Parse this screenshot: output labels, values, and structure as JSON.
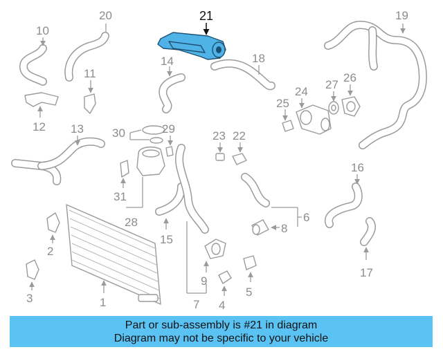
{
  "callouts": {
    "n1": "1",
    "n2": "2",
    "n3": "3",
    "n4": "4",
    "n5": "5",
    "n6": "6",
    "n7": "7",
    "n8": "8",
    "n9": "9",
    "n10": "10",
    "n11": "11",
    "n12": "12",
    "n13": "13",
    "n14": "14",
    "n15": "15",
    "n16": "16",
    "n17": "17",
    "n18": "18",
    "n19": "19",
    "n20": "20",
    "n21": "21",
    "n22": "22",
    "n23": "23",
    "n24": "24",
    "n25": "25",
    "n26": "26",
    "n27": "27",
    "n28": "28",
    "n29": "29",
    "n30": "30",
    "n31": "31"
  },
  "highlight": {
    "part_number": "21",
    "color": "#4fb3e8"
  },
  "banner": {
    "line1": "Part or sub-assembly is #21 in diagram",
    "line2": "Diagram may not be specific to your vehicle",
    "color": "#5bc3f3"
  }
}
